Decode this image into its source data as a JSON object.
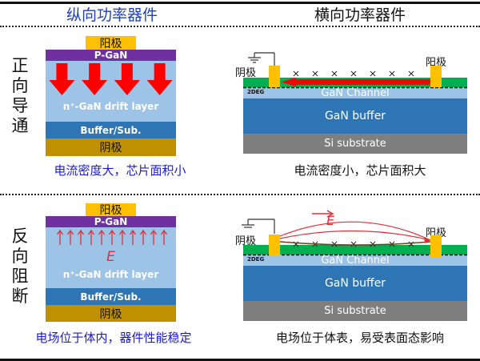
{
  "columns": {
    "vertical_title": "纵向功率器件",
    "lateral_title": "横向功率器件"
  },
  "rows": {
    "forward": {
      "label_chars": [
        "正",
        "向",
        "导",
        "通"
      ]
    },
    "reverse": {
      "label_chars": [
        "反",
        "向",
        "阻",
        "断"
      ]
    }
  },
  "vertical_device": {
    "anode": "阳极",
    "p_gan": "P-GaN",
    "drift": "n⁺-GaN drift layer",
    "buffer": "Buffer/Sub.",
    "cathode": "阴极",
    "field_label": "E",
    "forward_arrow_count": 4,
    "reverse_arrow_count": 11
  },
  "lateral_device": {
    "cathode": "阴极",
    "anode": "阳极",
    "twodeg": "2DEG",
    "channel": "GaN Channel",
    "buffer": "GaN buffer",
    "substrate": "Si substrate",
    "field_label": "E",
    "surface_charge_count": 7
  },
  "captions": {
    "vertical_forward": "电流密度大，芯片面积小",
    "lateral_forward": "电流密度小，芯片面积大",
    "vertical_reverse": "电场位于体内，器件性能稳定",
    "lateral_reverse": "电场位于体表，易受表面态影响"
  },
  "colors": {
    "title_blue": "#1f3fbf",
    "caption_blue": "#1a1ad0",
    "anode_yellow": "#ffc000",
    "p_gan_purple": "#7030a0",
    "drift_lightblue": "#9dc3e6",
    "buffer_blue": "#2e75b6",
    "cathode_gold": "#bf9000",
    "arrow_red": "#ff0000",
    "field_red": "#e0303a",
    "barrier_green": "#00b050",
    "si_gray": "#7f7f7f"
  }
}
